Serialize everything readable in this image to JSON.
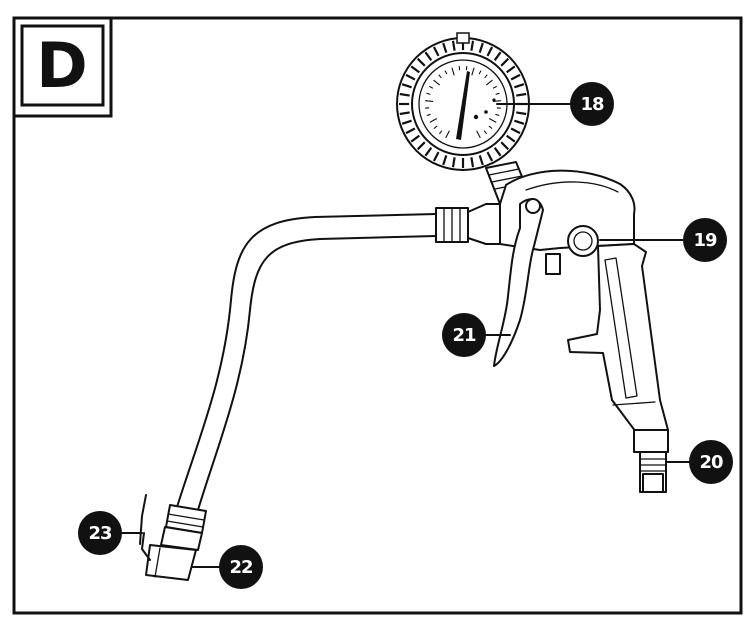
{
  "section": {
    "letter": "D"
  },
  "callouts": [
    {
      "id": "18",
      "label": "18"
    },
    {
      "id": "19",
      "label": "19"
    },
    {
      "id": "20",
      "label": "20"
    },
    {
      "id": "21",
      "label": "21"
    },
    {
      "id": "22",
      "label": "22"
    },
    {
      "id": "23",
      "label": "23"
    }
  ],
  "colors": {
    "ink": "#111111",
    "paper": "#ffffff"
  }
}
